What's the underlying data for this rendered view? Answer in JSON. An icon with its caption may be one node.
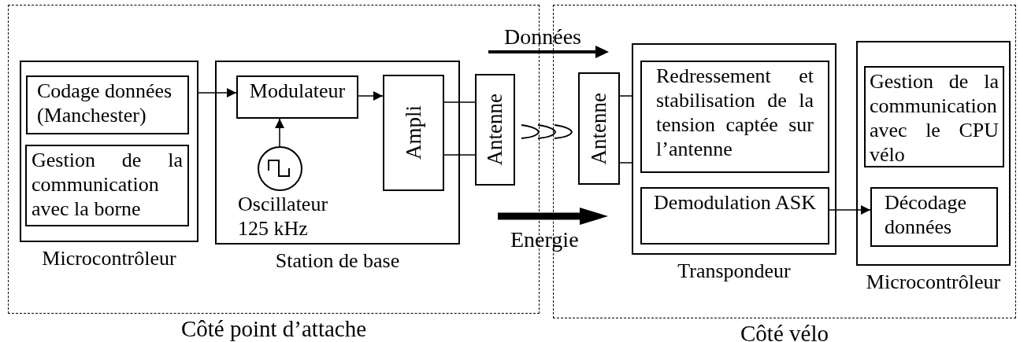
{
  "diagram": {
    "nodes": [
      {
        "text": [
          "Côté point d’attache"
        ]
      },
      {
        "text": [
          "Microcontrôleur"
        ],
        "in": 0
      },
      {
        "text": [
          "Codage données (Manchester)"
        ],
        "in": 1
      },
      {
        "text": [
          "Gestion de la communication avec la borne"
        ],
        "in": 1
      },
      {
        "text": [
          "Station de base"
        ],
        "in": 0
      },
      {
        "text": [
          "Modulateur"
        ],
        "in": 4
      },
      {
        "text": [
          "Oscillateur 125 kHz"
        ],
        "in": 4
      },
      {
        "text": [
          "Ampli"
        ],
        "in": 4
      },
      {
        "text": [
          "Antenne"
        ],
        "in": 0
      },
      {
        "text": [
          "Côté vélo"
        ]
      },
      {
        "text": [
          "Antenne"
        ],
        "in": 9
      },
      {
        "text": [
          "Transpondeur"
        ],
        "in": 9
      },
      {
        "text": [
          "Redressement et stabilisation de la tension captée sur l’antenne"
        ],
        "in": 11
      },
      {
        "text": [
          "Demodulation ASK"
        ],
        "in": 11
      },
      {
        "text": [
          "Microcontrôleur"
        ],
        "in": 9
      },
      {
        "text": [
          "Gestion de la communication avec le CPU vélo"
        ],
        "in": 14
      },
      {
        "text": [
          "Décodage données"
        ],
        "in": 14
      }
    ],
    "edges": [
      {
        "from": 1,
        "to": 5,
        "arrow": "to"
      },
      {
        "from": 6,
        "to": 5,
        "arrow": "to"
      },
      {
        "from": 5,
        "to": 7,
        "arrow": "to"
      },
      {
        "from": 7,
        "to": 8,
        "arrow": "none"
      },
      {
        "from": 7,
        "to": 8,
        "arrow": "none"
      },
      {
        "from": 10,
        "to": 11,
        "arrow": "none"
      },
      {
        "from": 10,
        "to": 11,
        "arrow": "none"
      },
      {
        "from": 13,
        "to": 16,
        "arrow": "to"
      }
    ],
    "labels": [
      "Données",
      "Energie"
    ]
  }
}
